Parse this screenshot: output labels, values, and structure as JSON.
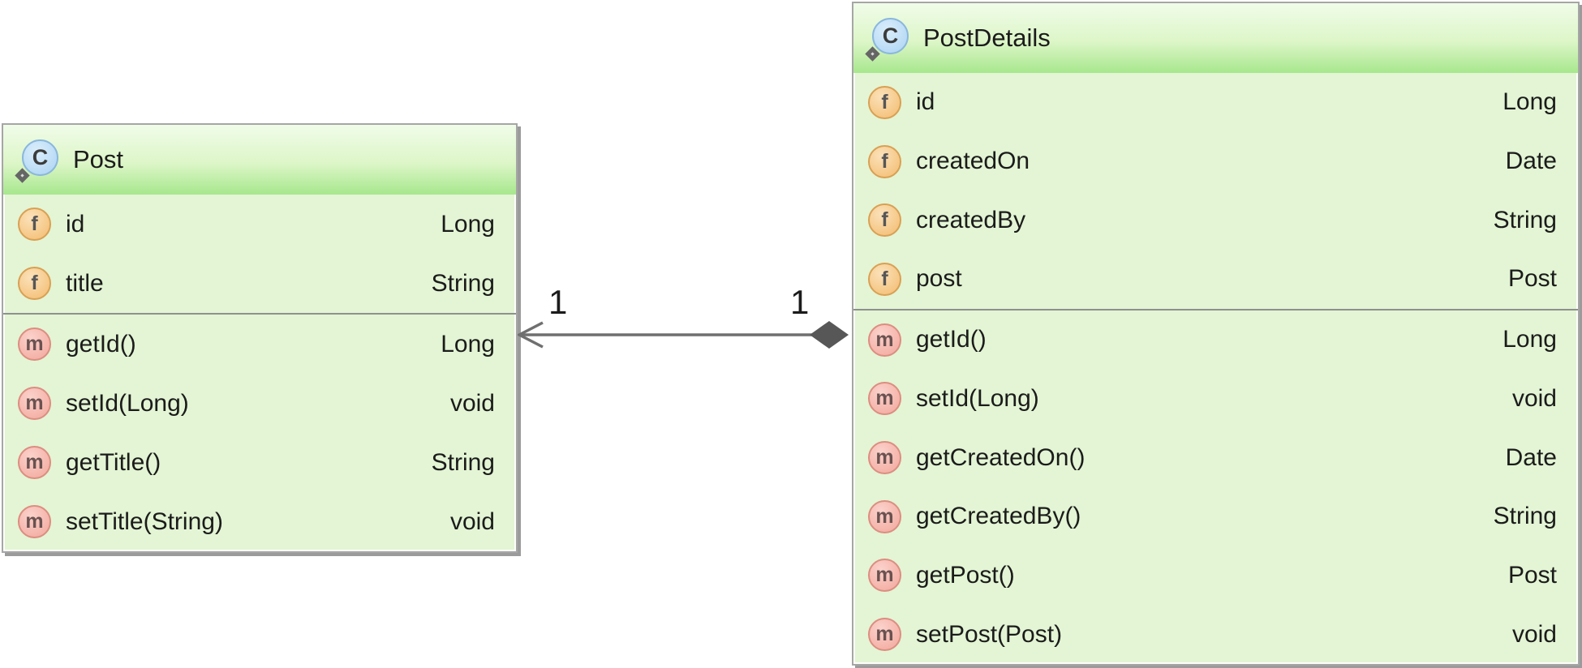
{
  "diagram": {
    "classes": [
      {
        "name": "Post",
        "icon_glyph": "C",
        "fields": [
          {
            "name": "id",
            "type": "Long"
          },
          {
            "name": "title",
            "type": "String"
          }
        ],
        "methods": [
          {
            "name": "getId()",
            "type": "Long"
          },
          {
            "name": "setId(Long)",
            "type": "void"
          },
          {
            "name": "getTitle()",
            "type": "String"
          },
          {
            "name": "setTitle(String)",
            "type": "void"
          }
        ]
      },
      {
        "name": "PostDetails",
        "icon_glyph": "C",
        "fields": [
          {
            "name": "id",
            "type": "Long"
          },
          {
            "name": "createdOn",
            "type": "Date"
          },
          {
            "name": "createdBy",
            "type": "String"
          },
          {
            "name": "post",
            "type": "Post"
          }
        ],
        "methods": [
          {
            "name": "getId()",
            "type": "Long"
          },
          {
            "name": "setId(Long)",
            "type": "void"
          },
          {
            "name": "getCreatedOn()",
            "type": "Date"
          },
          {
            "name": "getCreatedBy()",
            "type": "String"
          },
          {
            "name": "getPost()",
            "type": "Post"
          },
          {
            "name": "setPost(Post)",
            "type": "void"
          }
        ]
      }
    ],
    "relationship": {
      "type": "composition",
      "diamond_at": "PostDetails",
      "arrow_at": "Post",
      "multiplicity_at_post": "1",
      "multiplicity_at_postdetails": "1"
    },
    "icon_glyphs": {
      "field": "f",
      "method": "m"
    },
    "colors": {
      "header_gradient_top": "#f0fce9",
      "header_gradient_bottom": "#a7e78d",
      "body_background": "#e3f5d4",
      "box_border": "#a6a6a6",
      "box_shadow": "#9b9b9b",
      "separator": "#8f8f8f",
      "connector": "#6f6f6f",
      "diamond_fill": "#575757",
      "text": "#1b1b1b",
      "field_icon": "#f3bb6e",
      "method_icon": "#f2a79c",
      "class_icon": "#abd3f3"
    }
  }
}
